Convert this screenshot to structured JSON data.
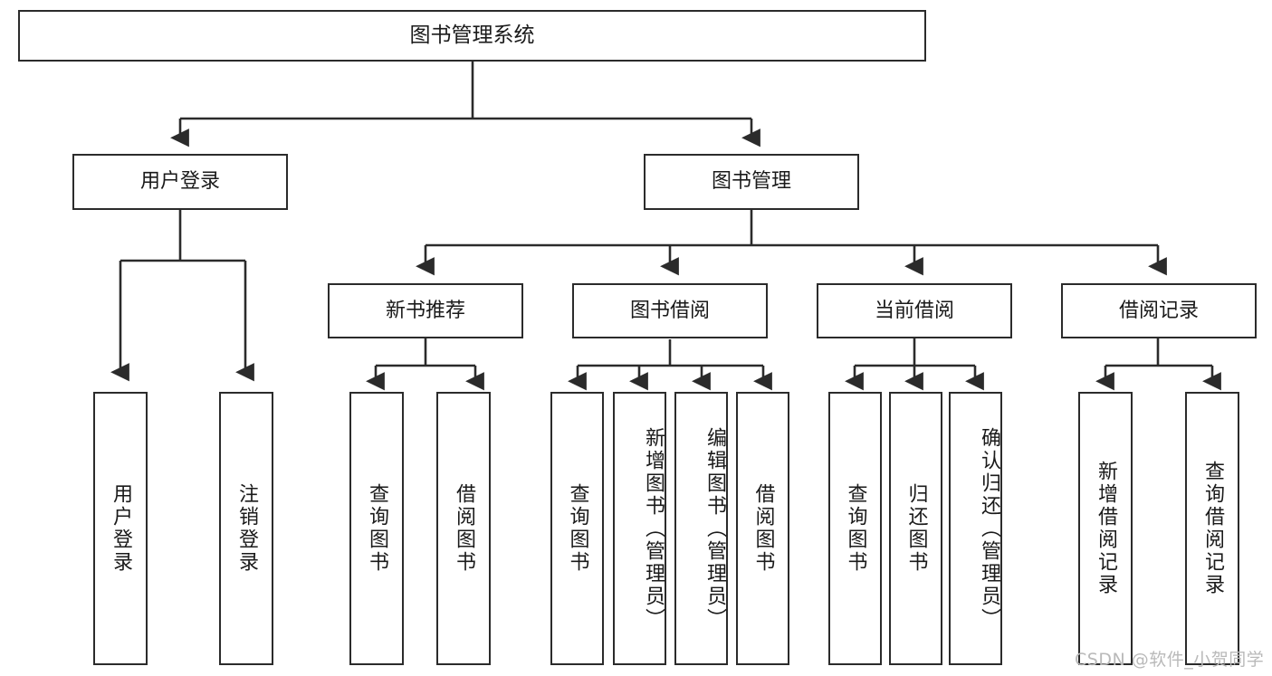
{
  "diagram": {
    "title": "图书管理系统",
    "type": "hierarchy-tree",
    "root": {
      "id": "root",
      "label": "图书管理系统"
    },
    "level2": [
      {
        "id": "user-login",
        "label": "用户登录"
      },
      {
        "id": "book-management",
        "label": "图书管理"
      }
    ],
    "level3": [
      {
        "id": "new-book-recommend",
        "label": "新书推荐",
        "parent": "book-management"
      },
      {
        "id": "book-borrow",
        "label": "图书借阅",
        "parent": "book-management"
      },
      {
        "id": "current-borrow",
        "label": "当前借阅",
        "parent": "book-management"
      },
      {
        "id": "borrow-record",
        "label": "借阅记录",
        "parent": "book-management"
      }
    ],
    "leaves": [
      {
        "id": "leaf-user-login",
        "label": "用户登录",
        "parent": "user-login"
      },
      {
        "id": "leaf-logout-login",
        "label": "注销登录",
        "parent": "user-login"
      },
      {
        "id": "leaf-query-book-1",
        "label": "查询图书",
        "parent": "new-book-recommend"
      },
      {
        "id": "leaf-borrow-book-1",
        "label": "借阅图书",
        "parent": "new-book-recommend"
      },
      {
        "id": "leaf-query-book-2",
        "label": "查询图书",
        "parent": "book-borrow"
      },
      {
        "id": "leaf-add-book",
        "label": "新增图书（管理员）",
        "parent": "book-borrow"
      },
      {
        "id": "leaf-edit-book",
        "label": "编辑图书（管理员）",
        "parent": "book-borrow"
      },
      {
        "id": "leaf-borrow-book-2",
        "label": "借阅图书",
        "parent": "book-borrow"
      },
      {
        "id": "leaf-query-book-3",
        "label": "查询图书",
        "parent": "current-borrow"
      },
      {
        "id": "leaf-return-book",
        "label": "归还图书",
        "parent": "current-borrow"
      },
      {
        "id": "leaf-confirm-return",
        "label": "确认归还（管理员）",
        "parent": "current-borrow"
      },
      {
        "id": "leaf-add-record",
        "label": "新增借阅记录",
        "parent": "borrow-record"
      },
      {
        "id": "leaf-query-record",
        "label": "查询借阅记录",
        "parent": "borrow-record"
      }
    ],
    "watermark": "CSDN @软件_小贺同学",
    "colors": {
      "stroke": "#2b2b2b",
      "fill": "#ffffff",
      "text": "#1a1a1a",
      "watermark": "#b9b9b9"
    }
  }
}
